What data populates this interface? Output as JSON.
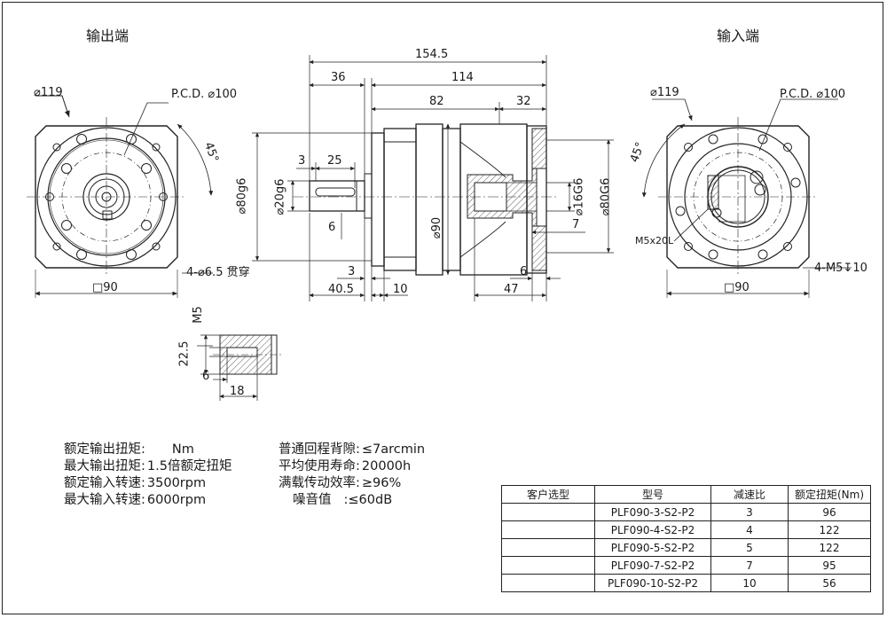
{
  "views": {
    "output_title": "输出端",
    "input_title": "输入端"
  },
  "output_end": {
    "outer_dia": "⌀119",
    "pcd": "P.C.D. ⌀100",
    "angle": "45°",
    "holes": "4-⌀6.5 贯穿",
    "square": "□90"
  },
  "input_end": {
    "outer_dia": "⌀119",
    "pcd": "P.C.D. ⌀100",
    "angle": "45°",
    "screw": "M5x20L",
    "holes": "4-M5↧10",
    "square": "□90"
  },
  "side_view": {
    "total_len": "154.5",
    "shaft_len": "36",
    "body_len": "114",
    "mid_len": "82",
    "flange_len": "32",
    "key_offset": "3",
    "key_len": "25",
    "dia_80": "⌀80g6",
    "dia_20": "⌀20g6",
    "key_width": "6",
    "dia_90": "⌀90",
    "bore_16": "⌀16G6",
    "bore_80": "⌀80G6",
    "depth_7": "7",
    "step_3": "3",
    "len_40_5": "40.5",
    "len_10": "10",
    "len_6": "6",
    "len_47": "47"
  },
  "detail": {
    "thread": "M5",
    "height": "22.5",
    "depth_6": "6",
    "depth_18": "18"
  },
  "specs": [
    {
      "label": "额定输出扭矩:",
      "value": "Nm"
    },
    {
      "label": "最大输出扭矩:",
      "value": "1.5倍额定扭矩"
    },
    {
      "label": "额定输入转速:",
      "value": "3500rpm"
    },
    {
      "label": "最大输入转速:",
      "value": "6000rpm"
    },
    {
      "label": "普通回程背隙:",
      "value": "≤7arcmin"
    },
    {
      "label": "平均使用寿命:",
      "value": "20000h"
    },
    {
      "label": "满载传动效率:",
      "value": "≥96%"
    },
    {
      "label": "噪音值",
      "value": ":≤60dB"
    }
  ],
  "table": {
    "headers": [
      "客户选型",
      "型号",
      "减速比",
      "额定扭矩(Nm)"
    ],
    "rows": [
      [
        "",
        "PLF090-3-S2-P2",
        "3",
        "96"
      ],
      [
        "",
        "PLF090-4-S2-P2",
        "4",
        "122"
      ],
      [
        "",
        "PLF090-5-S2-P2",
        "5",
        "122"
      ],
      [
        "",
        "PLF090-7-S2-P2",
        "7",
        "95"
      ],
      [
        "",
        "PLF090-10-S2-P2",
        "10",
        "56"
      ]
    ]
  }
}
